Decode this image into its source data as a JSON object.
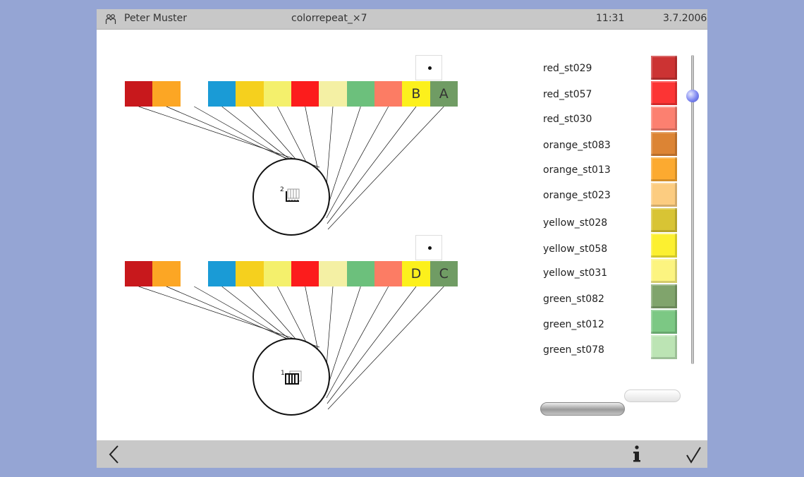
{
  "header": {
    "user_name": "Peter Muster",
    "title": "colorrepeat_×7",
    "time": "11:31",
    "date": "3.7.2006"
  },
  "repeats": [
    {
      "cells": [
        {
          "color": "#c8181c",
          "label": ""
        },
        {
          "color": "#fca624",
          "label": ""
        },
        {
          "color": "#ffffff",
          "label": ""
        },
        {
          "color": "#1a9bd6",
          "label": ""
        },
        {
          "color": "#f5d01e",
          "label": ""
        },
        {
          "color": "#f4f06c",
          "label": ""
        },
        {
          "color": "#fc1c1c",
          "label": ""
        },
        {
          "color": "#f4f0a4",
          "label": ""
        },
        {
          "color": "#6cc07c",
          "label": ""
        },
        {
          "color": "#fc7c64",
          "label": ""
        },
        {
          "color": "#fcf01c",
          "label": "B"
        },
        {
          "color": "#709c64",
          "label": "A"
        }
      ],
      "roller_number": "2"
    },
    {
      "cells": [
        {
          "color": "#c8181c",
          "label": ""
        },
        {
          "color": "#fca624",
          "label": ""
        },
        {
          "color": "#ffffff",
          "label": ""
        },
        {
          "color": "#1a9bd6",
          "label": ""
        },
        {
          "color": "#f5d01e",
          "label": ""
        },
        {
          "color": "#f4f06c",
          "label": ""
        },
        {
          "color": "#fc1c1c",
          "label": ""
        },
        {
          "color": "#f4f0a4",
          "label": ""
        },
        {
          "color": "#6cc07c",
          "label": ""
        },
        {
          "color": "#fc7c64",
          "label": ""
        },
        {
          "color": "#fcf01c",
          "label": "D"
        },
        {
          "color": "#709c64",
          "label": "C"
        }
      ],
      "roller_number": "1"
    }
  ],
  "palette": [
    {
      "name": "red_st029",
      "color": "#cc3333"
    },
    {
      "name": "red_st057",
      "color": "#fc3434"
    },
    {
      "name": "red_st030",
      "color": "#fc8070"
    },
    {
      "name": "orange_st083",
      "color": "#dc8434"
    },
    {
      "name": "orange_st013",
      "color": "#fcaa30"
    },
    {
      "name": "orange_st023",
      "color": "#fccc80"
    },
    {
      "name": "yellow_st028",
      "color": "#d8c434"
    },
    {
      "name": "yellow_st058",
      "color": "#fcf030"
    },
    {
      "name": "yellow_st031",
      "color": "#fcf480"
    },
    {
      "name": "green_st082",
      "color": "#80a46c"
    },
    {
      "name": "green_st012",
      "color": "#7cc884"
    },
    {
      "name": "green_st078",
      "color": "#bce4b4"
    }
  ],
  "icons": {
    "user": "users-icon",
    "back": "chevron-left-icon",
    "info": "info-icon",
    "confirm": "check-icon"
  },
  "info_glyph": "i",
  "back_glyph": "‹",
  "check_glyph": "✓"
}
